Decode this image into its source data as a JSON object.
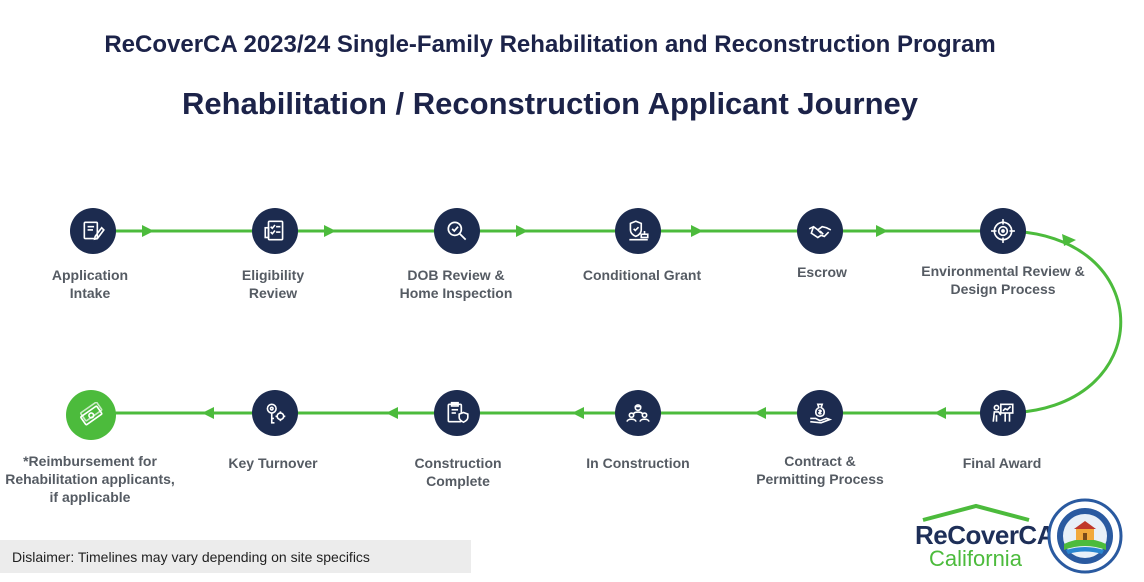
{
  "header": {
    "title": "ReCoverCA 2023/24 Single-Family Rehabilitation and Reconstruction Program",
    "subtitle": "Rehabilitation / Reconstruction Applicant Journey"
  },
  "colors": {
    "navy": "#1c2b4f",
    "green": "#4cbb3c",
    "title": "#1c2349",
    "label": "#555b63"
  },
  "steps_top": [
    {
      "line1": "Application",
      "line2": "Intake",
      "icon": "document-pen-icon"
    },
    {
      "line1": "Eligibility",
      "line2": "Review",
      "icon": "checklist-icon"
    },
    {
      "line1": "DOB Review &",
      "line2": "Home Inspection",
      "icon": "magnifier-check-icon"
    },
    {
      "line1": "Conditional Grant",
      "line2": "",
      "icon": "stamp-shield-icon"
    },
    {
      "line1": "Escrow",
      "line2": "",
      "icon": "handshake-icon"
    },
    {
      "line1": "Environmental Review &",
      "line2": "Design Process",
      "icon": "target-icon"
    }
  ],
  "steps_bottom": [
    {
      "line1": "Final Award",
      "line2": "",
      "icon": "presentation-icon"
    },
    {
      "line1": "Contract &",
      "line2": "Permitting Process",
      "icon": "money-bag-hand-icon"
    },
    {
      "line1": "In Construction",
      "line2": "",
      "icon": "workers-icon"
    },
    {
      "line1": "Construction",
      "line2": "Complete",
      "icon": "clipboard-shield-icon"
    },
    {
      "line1": "Key Turnover",
      "line2": "",
      "icon": "key-gear-icon"
    },
    {
      "line1": "*Reimbursement for",
      "line2": "Rehabilitation applicants,",
      "line3": "if applicable",
      "icon": "cash-icon"
    }
  ],
  "disclaimer": "Dislaimer: Timelines may vary depending on site specifics",
  "logo": {
    "name": "ReCoverCA",
    "state": "California"
  }
}
